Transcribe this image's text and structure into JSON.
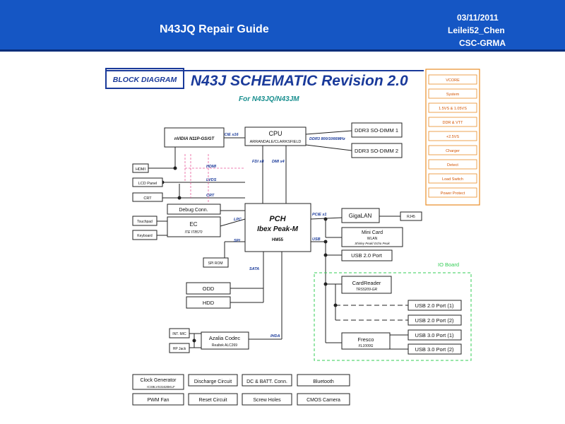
{
  "header": {
    "title": "N43JQ Repair Guide",
    "date": "03/11/2011",
    "author": "Leilei52_Chen",
    "department": "CSC-GRMA"
  },
  "diagram": {
    "block_label": "BLOCK DIAGRAM",
    "title": "N43J SCHEMATIC Revision 2.0",
    "subtitle": "For N43JQ/N43JM",
    "nvidia": "nVIDIA N11P-GS/GT",
    "cpu": "CPU",
    "cpu_sub": "ARRANDALE/CLARKSFIELD",
    "ddr3_1": "DDR3 SO-DIMM 1",
    "ddr3_2": "DDR3 SO-DIMM 2",
    "pch": "PCH",
    "pch_sub": "Ibex Peak-M",
    "pch_model": "HM55",
    "hdmi": "HDMI",
    "lcd": "LCD Panel",
    "crt": "CRT",
    "debug": "Debug Conn.",
    "touchpad": "Touchpad",
    "keyboard": "Keyboard",
    "ec": "EC",
    "ec_sub": "ITE IT8570",
    "spi_rom": "SPI ROM",
    "odd": "ODD",
    "hdd": "HDD",
    "int_mic": "INT. MIC",
    "hp_jack": "HP Jack",
    "azalia": "Azalia Codec",
    "azalia_sub": "Realtek ALC269",
    "gigalan": "GigaLAN",
    "rj45": "RJ45",
    "minicard": "Mini Card",
    "wlan": "WLAN",
    "wlan_sub": "Shirley Peak/ Echo Peak",
    "usb20": "USB 2.0 Port",
    "io_board": "IO Board",
    "cardreader": "CardReader",
    "cardreader_sub": "TRS5209-GR",
    "usb20_1": "USB 2.0 Port (1)",
    "usb20_2": "USB 2.0 Port (2)",
    "fresco": "Fresco",
    "fresco_sub": "FL1000G",
    "usb30_1": "USB 3.0 Port (1)",
    "usb30_2": "USB 3.0 Port (2)",
    "bus_pcie16": "PCIE x16",
    "bus_ddr3": "DDR3 800/1066MHz",
    "bus_hdmi": "HDMI",
    "bus_lvds": "LVDS",
    "bus_crt": "CRT",
    "bus_lpc": "LPC",
    "bus_spi": "SPI",
    "bus_sata": "SATA",
    "bus_fdi": "FDI x8",
    "bus_dmi": "DMI x4",
    "bus_pcie1": "PCIE x1",
    "bus_usb": "USB",
    "bus_ihda": "IHDA",
    "power": [
      "VCORE",
      "System",
      "1.5VS & 1.05VS",
      "DDR & VTT",
      "+2.5VS",
      "Charger",
      "Detect",
      "Load Switch",
      "Power Protect"
    ],
    "bottom_row1": [
      "Clock Generator",
      "Discharge Circuit",
      "DC & BATT. Conn.",
      "Bluetooth"
    ],
    "clock_sub": "ICS9LVS3162BKLF",
    "bottom_row2": [
      "PWM Fan",
      "Reset Circuit",
      "Screw Holes",
      "CMOS Camera"
    ]
  },
  "colors": {
    "banner": "#1556c4",
    "title_blue": "#1a3a9a",
    "subtitle_teal": "#1a8f8f",
    "orange": "#e88c26",
    "io_green": "#33cc55",
    "pink": "#e85a9a"
  }
}
